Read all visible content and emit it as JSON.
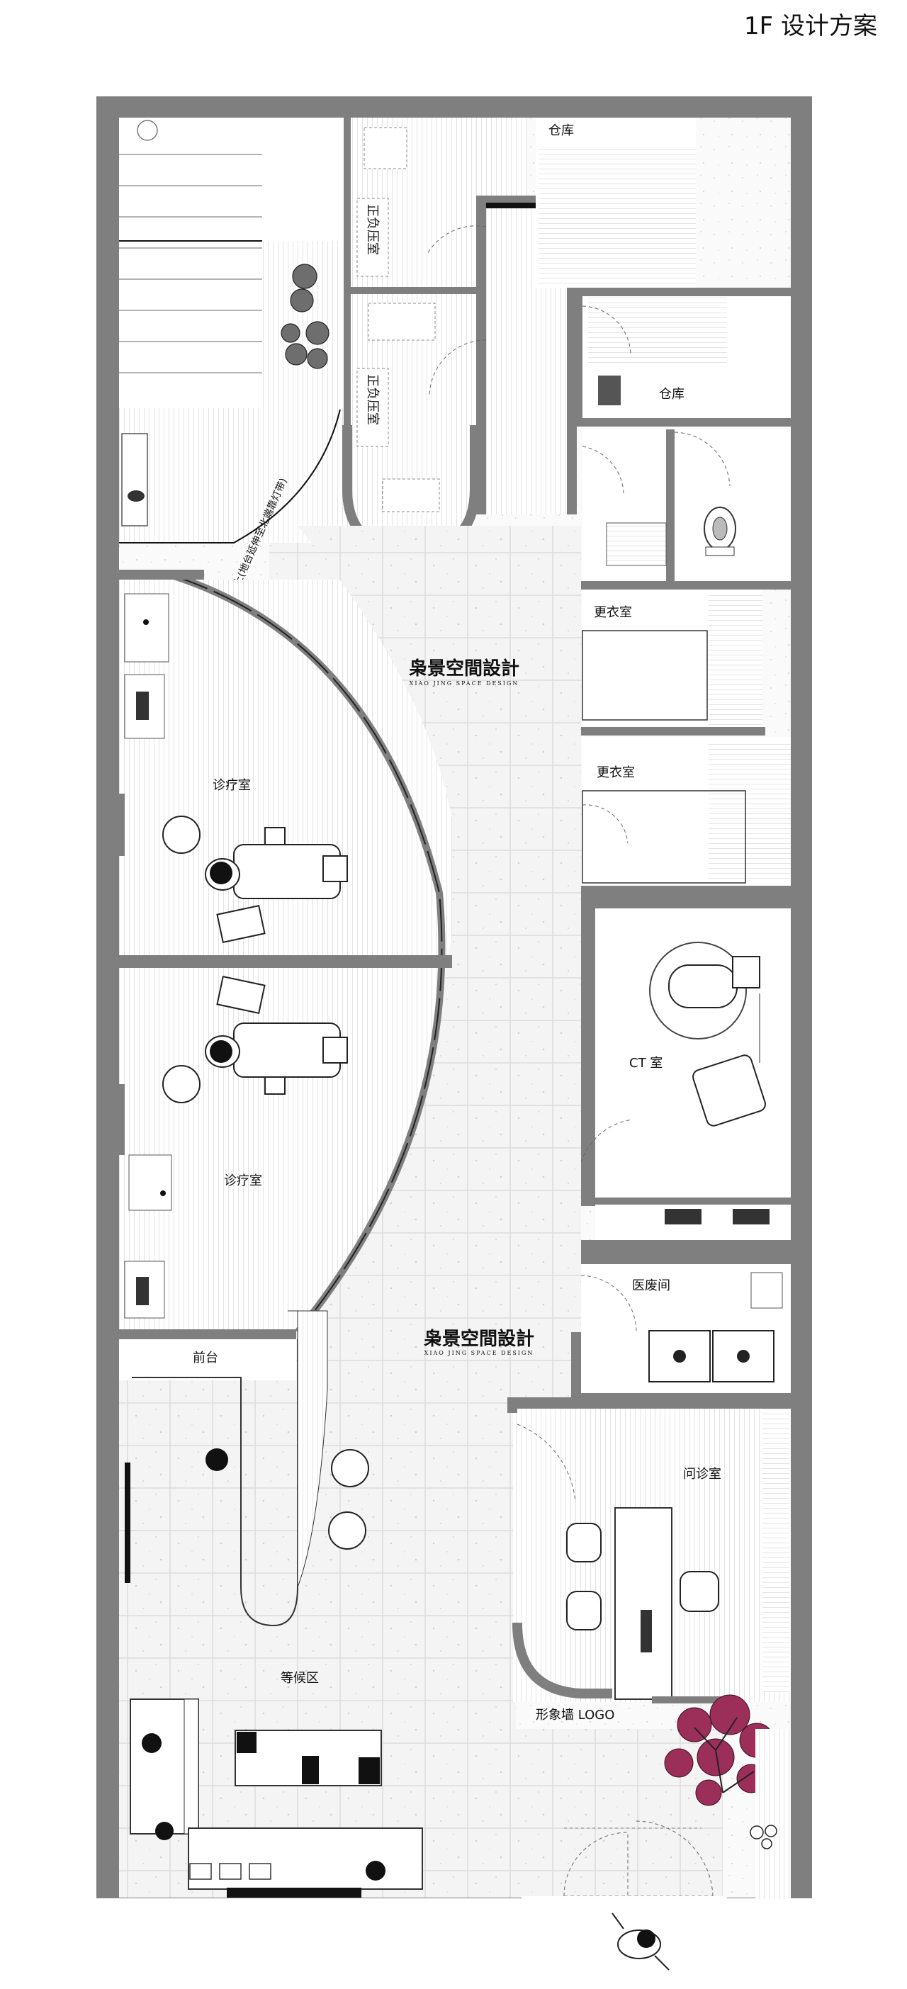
{
  "title": "1F  设计方案",
  "brand": {
    "name": "枭景空間設計",
    "subtitle": "XIAO JING SPACE DESIGN"
  },
  "rooms": {
    "storage_top": "仓库",
    "storage_mid": "仓库",
    "negative_pressure_1": "正负压室",
    "negative_pressure_2": "正负压室",
    "locker_1": "更衣室",
    "locker_2": "更衣室",
    "treatment_1": "诊疗室",
    "treatment_2": "诊疗室",
    "ct_room": "CT 室",
    "medical_waste": "医废间",
    "reception": "前台",
    "consultation": "问诊室",
    "waiting_area": "等候区",
    "logo_wall": "形象墙 LOGO",
    "stair_note": "上(地台延伸至北端靠灯带)"
  },
  "colors": {
    "wall": "#7f7f7f",
    "tree": "#9b2f5a",
    "ink": "#111111"
  }
}
